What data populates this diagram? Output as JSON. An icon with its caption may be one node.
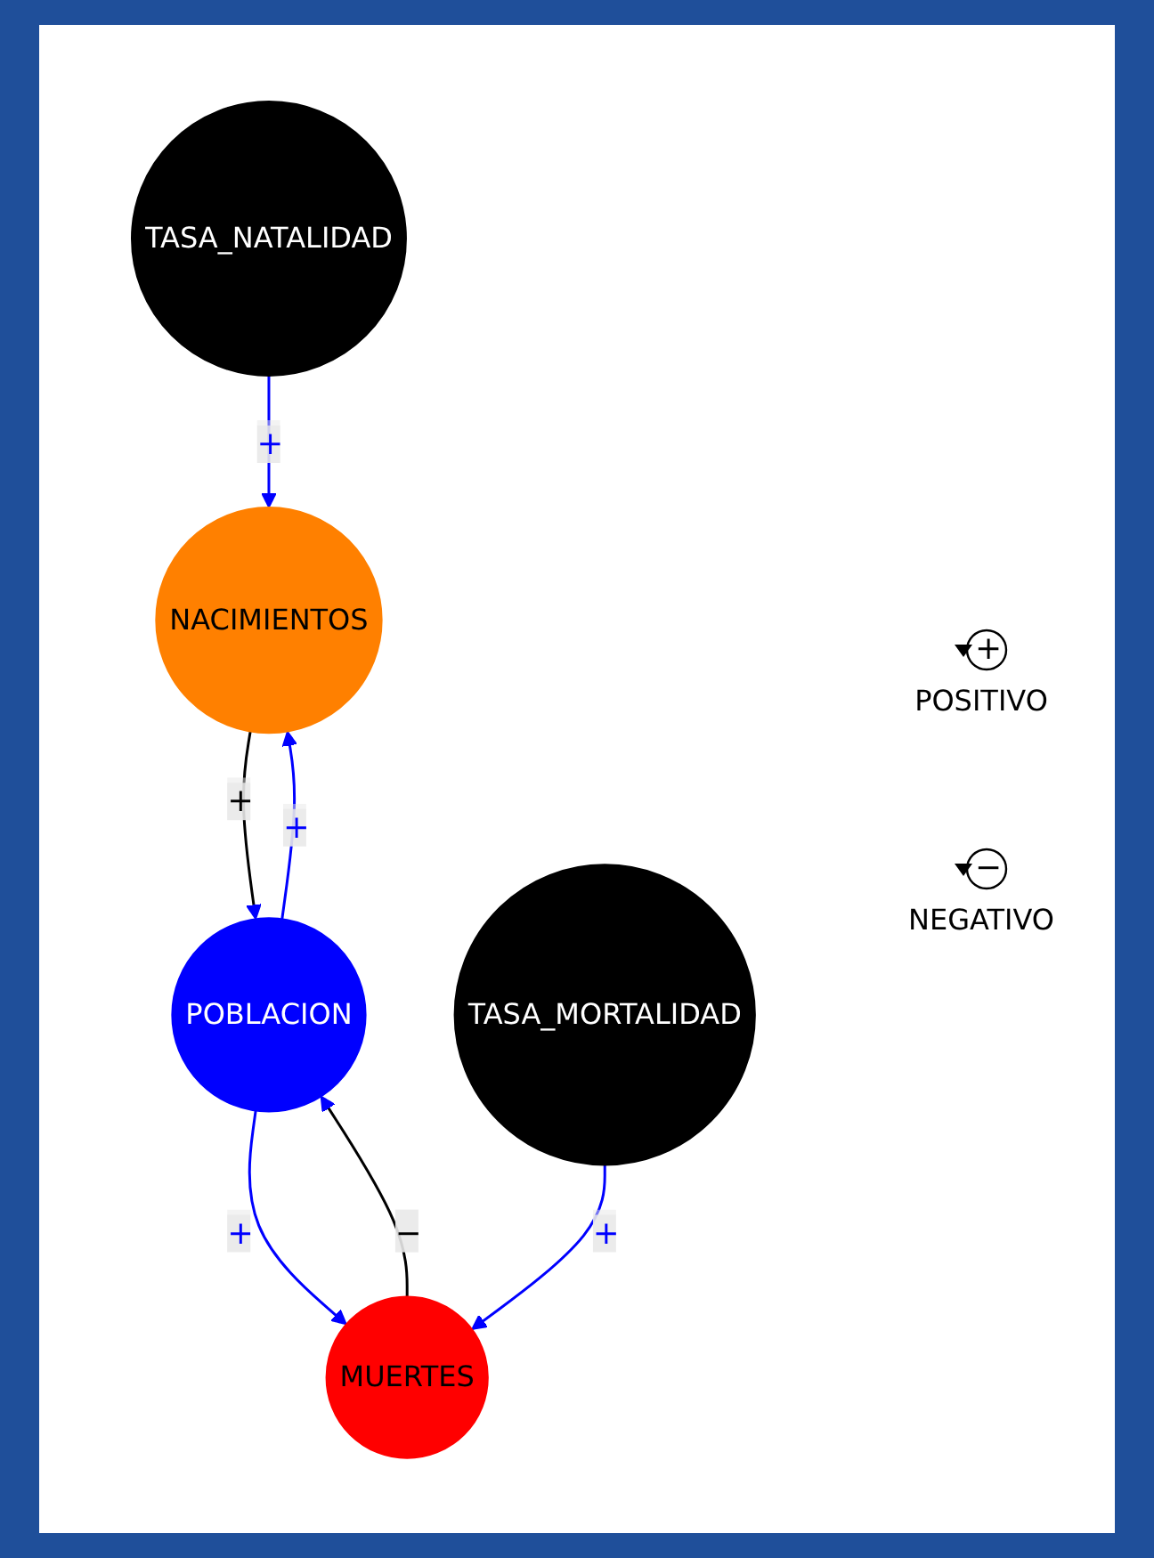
{
  "diagram": {
    "nodes": [
      {
        "text": [
          "NACIMIENTOS"
        ]
      },
      {
        "text": [
          "TASA_NATALIDAD"
        ]
      },
      {
        "text": [
          "POBLACION"
        ]
      },
      {
        "text": [
          "TASA_MORTALIDAD"
        ]
      },
      {
        "text": [
          "MUERTES"
        ]
      }
    ],
    "edges": [
      {
        "from": 1,
        "to": 0,
        "arrow": "to",
        "label": "+"
      },
      {
        "from": 2,
        "to": 0,
        "arrow": "to",
        "label": "+"
      },
      {
        "from": 0,
        "to": 2,
        "arrow": "to",
        "label": "+",
        "color": "#000000"
      },
      {
        "from": 2,
        "to": 4,
        "arrow": "to",
        "label": "+"
      },
      {
        "from": 4,
        "to": 2,
        "arrow": "to",
        "label": "−",
        "color": "#000000"
      },
      {
        "from": 3,
        "to": 4,
        "arrow": "to",
        "label": "+"
      }
    ],
    "labels": [
      "+",
      "POSITIVO",
      "−",
      "NEGATIVO"
    ]
  }
}
